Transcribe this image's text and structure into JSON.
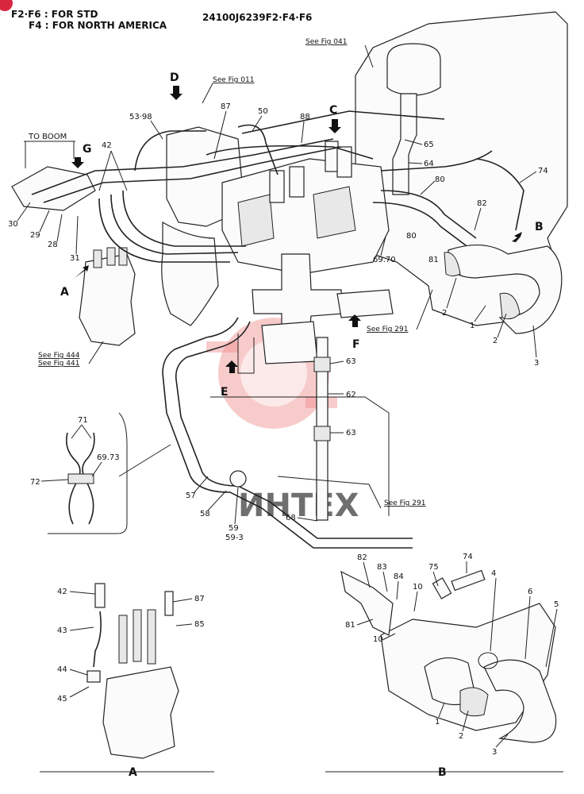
{
  "header": {
    "line1": "F2·F6 : FOR  STD",
    "line2": "F4 : FOR  NORTH  AMERICA",
    "drawing_code": "24100J6239F2·F4·F6"
  },
  "references": [
    {
      "id": "ref-041",
      "text": "See Fig 041"
    },
    {
      "id": "ref-011",
      "text": "See Fig 011"
    },
    {
      "id": "ref-444",
      "text": "See Fig 444"
    },
    {
      "id": "ref-441",
      "text": "See Fig 441"
    },
    {
      "id": "ref-291a",
      "text": "See Fig 291"
    },
    {
      "id": "ref-291b",
      "text": "See Fig 291"
    }
  ],
  "to_boom": "TO BOOM",
  "view_letters": [
    "A",
    "B",
    "C",
    "D",
    "E",
    "F",
    "G"
  ],
  "section_labels": {
    "a": "A",
    "b": "B"
  },
  "watermark": "ИНТЕХ",
  "part_labels": [
    "53·98",
    "87",
    "50",
    "88",
    "65",
    "64",
    "74",
    "80",
    "82",
    "81",
    "69.70",
    "80",
    "42",
    "30",
    "29",
    "28",
    "31",
    "2",
    "1",
    "2",
    "3",
    "63",
    "62",
    "63",
    "71",
    "69.73",
    "72",
    "57",
    "58",
    "59",
    "59-3",
    "68",
    "42",
    "87",
    "43",
    "85",
    "44",
    "45",
    "82",
    "83",
    "84",
    "75",
    "74",
    "10",
    "4",
    "81",
    "10",
    "6",
    "5",
    "1",
    "2",
    "3"
  ]
}
